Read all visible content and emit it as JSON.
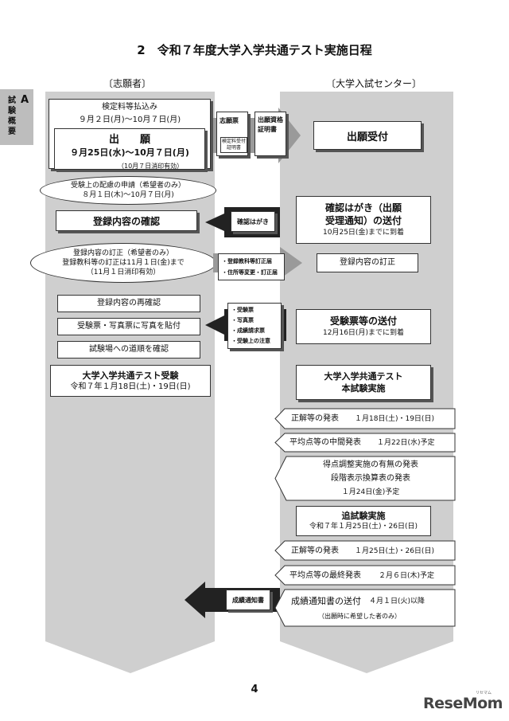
{
  "page_title": "2　令和７年度大学入学共通テスト実施日程",
  "side_tab": {
    "letter": "A",
    "label": "試験概要"
  },
  "columns": {
    "applicant": "〔志願者〕",
    "center": "〔大学入試センター〕"
  },
  "applicant": {
    "fee_title": "検定料等払込み",
    "fee_dates": "９月２日(月)〜10月７日(月)",
    "apply_title": "出　　願",
    "apply_dates": "９月25日(水)〜10月７日(月)",
    "apply_note": "（10月７日消印有効）",
    "accommodation_title": "受験上の配慮の申請（希望者のみ）",
    "accommodation_dates": "８月１日(木)〜10月７日(月)",
    "confirm_registration": "登録内容の確認",
    "correction_line1": "登録内容の訂正（希望者のみ）",
    "correction_line2": "登録教科等の訂正は11月１日(金)まで",
    "correction_line3": "（11月１日消印有効）",
    "reconfirm": "登録内容の再確認",
    "attach_photo": "受験票・写真票に写真を貼付",
    "check_route": "試験場への道順を確認",
    "exam_title": "大学入学共通テスト受験",
    "exam_dates": "令和７年１月18日(土)・19日(日)"
  },
  "docs": {
    "application_form": "志願票",
    "fee_receipt": "検定料受付証明書",
    "qualification_cert": "出願資格証明書",
    "confirmation_postcard": "確認はがき",
    "correction_items": [
      "・登録教科等訂正届",
      "・住所等変更・訂正届"
    ],
    "mailing_items": [
      "・受験票",
      "・写真票",
      "・成績請求票",
      "・受験上の注意"
    ],
    "score_notice": "成績通知書"
  },
  "center": {
    "accept": "出願受付",
    "postcard_line1": "確認はがき（出願",
    "postcard_line2": "受理通知）の送付",
    "postcard_note": "10月25日(金)までに到着",
    "correction": "登録内容の訂正",
    "ticket_send": "受験票等の送付",
    "ticket_note": "12月16日(月)までに到着",
    "exam_line1": "大学入学共通テスト",
    "exam_line2": "本試験実施",
    "announce1_label": "正解等の発表",
    "announce1_date": "１月18日(土)・19日(日)",
    "interim_label": "平均点等の中間発表",
    "interim_date": "１月22日(水)予定",
    "adjust_line1": "得点調整実施の有無の発表",
    "adjust_line2": "段階表示換算表の発表",
    "adjust_date": "１月24日(金)予定",
    "makeup_title": "追試験実施",
    "makeup_dates": "令和７年１月25日(土)・26日(日)",
    "announce2_label": "正解等の発表",
    "announce2_date": "１月25日(土)・26日(日)",
    "final_label": "平均点等の最終発表",
    "final_date": "２月６日(木)予定",
    "score_send_label": "成績通知書の送付",
    "score_send_date": "４月１日(火)以降",
    "score_send_note": "（出願時に希望した者のみ）"
  },
  "page_number": "4",
  "watermark": "ReseMom",
  "watermark_ruby": "リセマム",
  "colors": {
    "column_gray": "#cfcfcf",
    "arrow_dark": "#222222",
    "tab_gray": "#bdbdbd"
  }
}
